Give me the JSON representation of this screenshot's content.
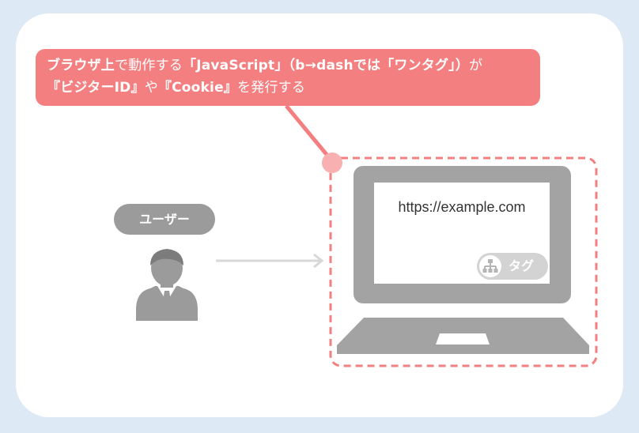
{
  "callout": {
    "line1_bold_a": "ブラウザ上",
    "line1_a": "で動作する",
    "line1_bold_b": "「JavaScript」（b→dashでは「ワンタグ」）",
    "line1_b": "が",
    "line2_bold_a": "『ビジターID』",
    "line2_a": "や",
    "line2_bold_b": "『Cookie』",
    "line2_b": "を発行する"
  },
  "user": {
    "label": "ユーザー",
    "icon": "person-icon"
  },
  "browser": {
    "url": "https://example.com",
    "tag_label": "タグ",
    "tag_icon": "sitemap-icon"
  },
  "colors": {
    "background": "#dde9f5",
    "panel": "#ffffff",
    "accent": "#f47f80",
    "gray": "#9b9b9b",
    "laptop": "#a3a3a3",
    "arrow": "#d8d8d8"
  }
}
